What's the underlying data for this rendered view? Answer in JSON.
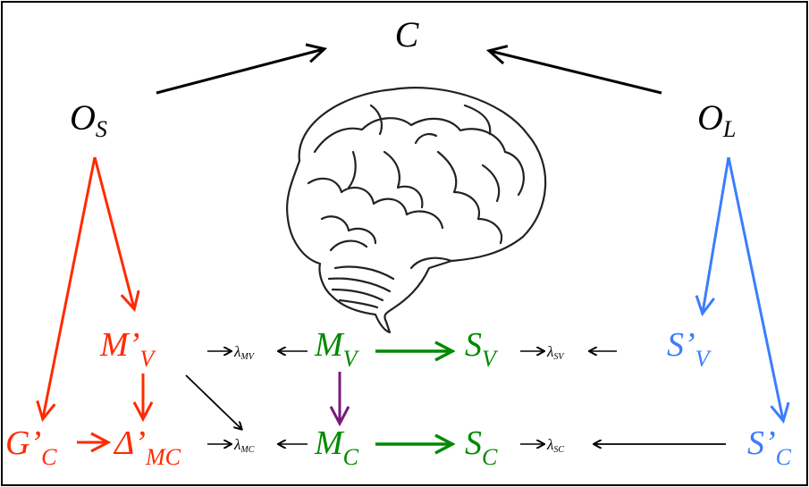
{
  "colors": {
    "black": "#000000",
    "red": "#ff2a00",
    "green": "#008a00",
    "blue": "#3b7dff",
    "purple": "#7a1a7a"
  },
  "nodes": {
    "C": {
      "main": "C",
      "sub": ""
    },
    "OS": {
      "main": "O",
      "sub": "S"
    },
    "OL": {
      "main": "O",
      "sub": "L"
    },
    "MpV": {
      "main": "M’",
      "sub": "V"
    },
    "MV": {
      "main": "M",
      "sub": "V"
    },
    "SV": {
      "main": "S",
      "sub": "V"
    },
    "SpV": {
      "main": "S’",
      "sub": "V"
    },
    "GpC": {
      "main": "G’",
      "sub": "C"
    },
    "DpMC": {
      "main": "Δ’",
      "sub": "MC"
    },
    "MC": {
      "main": "M",
      "sub": "C"
    },
    "SC": {
      "main": "S",
      "sub": "C"
    },
    "SpC": {
      "main": "S’",
      "sub": "C"
    }
  },
  "lambdas": {
    "MV": {
      "main": "λ",
      "sub": "MV"
    },
    "SV": {
      "main": "λ",
      "sub": "SV"
    },
    "MC": {
      "main": "λ",
      "sub": "MC"
    },
    "SC": {
      "main": "λ",
      "sub": "SC"
    }
  },
  "image": {
    "icon": "brain-icon"
  }
}
